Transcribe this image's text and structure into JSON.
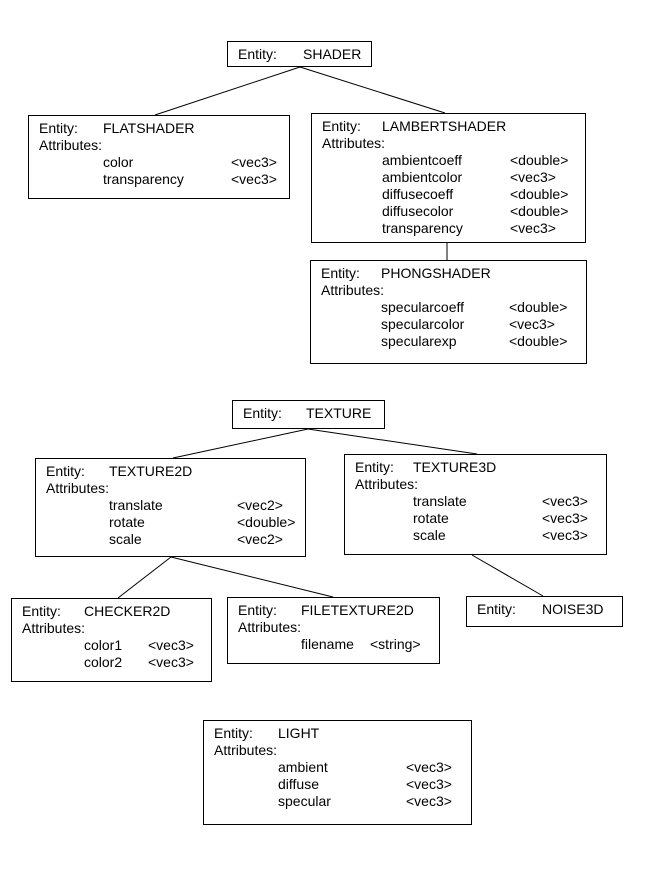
{
  "entity_label": "Entity:",
  "attributes_label": "Attributes:",
  "entities": {
    "shader": {
      "name": "SHADER"
    },
    "flatshader": {
      "name": "FLATSHADER",
      "attributes": [
        {
          "name": "color",
          "type": "<vec3>"
        },
        {
          "name": "transparency",
          "type": "<vec3>"
        }
      ]
    },
    "lambertshader": {
      "name": "LAMBERTSHADER",
      "attributes": [
        {
          "name": "ambientcoeff",
          "type": "<double>"
        },
        {
          "name": "ambientcolor",
          "type": "<vec3>"
        },
        {
          "name": "diffusecoeff",
          "type": "<double>"
        },
        {
          "name": "diffusecolor",
          "type": "<double>"
        },
        {
          "name": "transparency",
          "type": "<vec3>"
        }
      ]
    },
    "phongshader": {
      "name": "PHONGSHADER",
      "attributes": [
        {
          "name": "specularcoeff",
          "type": "<double>"
        },
        {
          "name": "specularcolor",
          "type": "<vec3>"
        },
        {
          "name": "specularexp",
          "type": "<double>"
        }
      ]
    },
    "texture": {
      "name": "TEXTURE"
    },
    "texture2d": {
      "name": "TEXTURE2D",
      "attributes": [
        {
          "name": "translate",
          "type": "<vec2>"
        },
        {
          "name": "rotate",
          "type": "<double>"
        },
        {
          "name": "scale",
          "type": "<vec2>"
        }
      ]
    },
    "texture3d": {
      "name": "TEXTURE3D",
      "attributes": [
        {
          "name": "translate",
          "type": "<vec3>"
        },
        {
          "name": "rotate",
          "type": "<vec3>"
        },
        {
          "name": "scale",
          "type": "<vec3>"
        }
      ]
    },
    "checker2d": {
      "name": "CHECKER2D",
      "attributes": [
        {
          "name": "color1",
          "type": "<vec3>"
        },
        {
          "name": "color2",
          "type": "<vec3>"
        }
      ]
    },
    "filetexture2d": {
      "name": "FILETEXTURE2D",
      "attributes": [
        {
          "name": "filename",
          "type": "<string>"
        }
      ]
    },
    "noise3d": {
      "name": "NOISE3D"
    },
    "light": {
      "name": "LIGHT",
      "attributes": [
        {
          "name": "ambient",
          "type": "<vec3>"
        },
        {
          "name": "diffuse",
          "type": "<vec3>"
        },
        {
          "name": "specular",
          "type": "<vec3>"
        }
      ]
    }
  },
  "relationships": [
    {
      "parent": "shader",
      "child": "flatshader"
    },
    {
      "parent": "shader",
      "child": "lambertshader"
    },
    {
      "parent": "lambertshader",
      "child": "phongshader"
    },
    {
      "parent": "texture",
      "child": "texture2d"
    },
    {
      "parent": "texture",
      "child": "texture3d"
    },
    {
      "parent": "texture2d",
      "child": "checker2d"
    },
    {
      "parent": "texture2d",
      "child": "filetexture2d"
    },
    {
      "parent": "texture3d",
      "child": "noise3d"
    }
  ]
}
